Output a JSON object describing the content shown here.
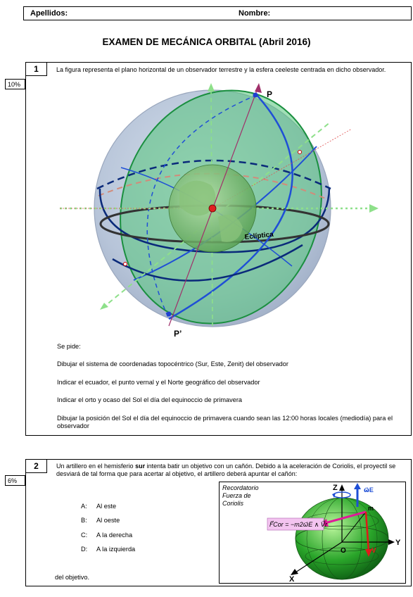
{
  "header": {
    "surname_label": "Apellidos:",
    "name_label": "Nombre:"
  },
  "exam_title": "EXAMEN DE MECÁNICA ORBITAL (Abril 2016)",
  "q1": {
    "number": "1",
    "percent": "10%",
    "statement": "La figura representa el plano horizontal de un observador terrestre y la esfera ceeleste centrada en dicho observador.",
    "figure": {
      "label_p": "P",
      "label_p_prime": "P’",
      "label_ecliptic": "Eclíptica"
    },
    "asks_label": "Se pide:",
    "tasks": [
      "Dibujar el sistema de coordenadas topocéntrico (Sur, Este, Zenit) del observador",
      "Indicar el ecuador, el punto vernal y el Norte geográfico del observador",
      "Indicar el orto y ocaso del Sol el día del equinoccio de primavera",
      "Dibujar la posición del Sol el día del equinoccio de primavera cuando sean las 12:00 horas locales (mediodía) para el observador"
    ]
  },
  "q2": {
    "number": "2",
    "percent": "6%",
    "statement_before": "Un artillero en el hemisferio ",
    "statement_bold": "sur",
    "statement_after": " intenta batir un objetivo con un cañón. Debido a la aceleración de Coriolis, el proyectil se desviará de tal forma que para acertar al objetivo, el artillero deberá apuntar el cañón:",
    "options": [
      {
        "letter": "A:",
        "text": "Al este"
      },
      {
        "letter": "B:",
        "text": "Al oeste"
      },
      {
        "letter": "C:",
        "text": "A la derecha"
      },
      {
        "letter": "D:",
        "text": "A la izquierda"
      }
    ],
    "closing": "del objetivo.",
    "reminder": {
      "title_lines": [
        "Recordatorio",
        "Fuerza de",
        "Coriolis"
      ],
      "formula": "F⃗Cor = −m2ω⃗E ∧ V⃗r",
      "axis_z": "Z",
      "axis_y": "Y",
      "axis_x": "X",
      "label_o": "O",
      "label_m": "m",
      "label_v": "V",
      "label_omega": "ω⃗E"
    }
  }
}
